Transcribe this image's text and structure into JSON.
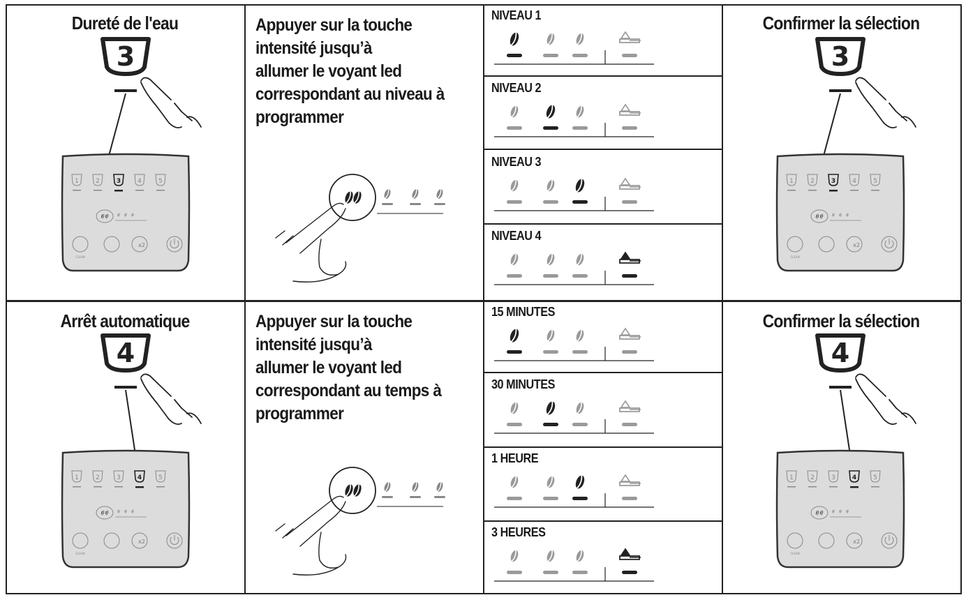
{
  "row1": {
    "title": "Dureté de l'eau",
    "step_number": "3",
    "instruction_lines": [
      "Appuyer sur la touche",
      "intensité jusqu’à",
      "allumer le voyant led",
      "correspondant au niveau à",
      "programmer"
    ],
    "levels": [
      {
        "label": "NIVEAU 1",
        "active": 1
      },
      {
        "label": "NIVEAU 2",
        "active": 2
      },
      {
        "label": "NIVEAU 3",
        "active": 3
      },
      {
        "label": "NIVEAU 4",
        "active": 4
      }
    ],
    "confirm": "Confirmer la sélection"
  },
  "row2": {
    "title": "Arrêt automatique",
    "step_number": "4",
    "instruction_lines": [
      "Appuyer sur la touche",
      "intensité jusqu’à",
      "allumer le voyant led",
      "correspondant au temps à",
      "programmer"
    ],
    "levels": [
      {
        "label": "15 MINUTES",
        "active": 1
      },
      {
        "label": "30 MINUTES",
        "active": 2
      },
      {
        "label": "1 HEURE",
        "active": 3
      },
      {
        "label": "3 HEURES",
        "active": 4
      }
    ],
    "confirm": "Confirmer la sélection"
  },
  "panel": {
    "buttons": [
      "1",
      "2",
      "3",
      "4",
      "5"
    ],
    "clean_label": "CLEAN",
    "x2_label": "x2"
  },
  "colors": {
    "line": "#222222",
    "panel_bg": "#dcdcdc",
    "inactive": "#9a9a9a"
  }
}
